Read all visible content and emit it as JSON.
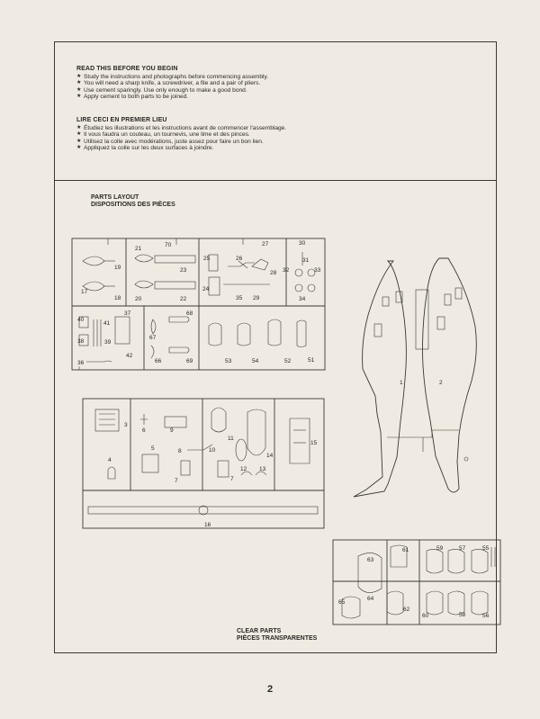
{
  "instructions_en": {
    "title": "READ THIS BEFORE YOU BEGIN",
    "items": [
      "Study the instructions and photographs before commencing assembly.",
      "You will need a sharp knife, a screwdriver, a file and a pair of pliers.",
      "Use cement sparingly. Use only enough to make a good bond.",
      "Apply cement to both parts to be joined."
    ]
  },
  "instructions_fr": {
    "title": "LIRE CECI EN PREMIER LIEU",
    "items": [
      "Étudiez les illustrations et les instructions avant de commencer l'assemblage.",
      "Il vous faudra un couteau, un tournevis, une lime et des pinces.",
      "Utilisez la colle avec modérations, juste assez pour faire un bon lien.",
      "Appliquez la colle sur les deux surfaces à joindre."
    ]
  },
  "parts_layout": {
    "title_en": "PARTS LAYOUT",
    "title_fr": "DISPOSITIONS DES PIÈCES"
  },
  "clear_parts": {
    "title_en": "CLEAR PARTS",
    "title_fr": "PIÈCES TRANSPARENTES"
  },
  "page_number": "2",
  "part_numbers": {
    "sprue_a": [
      "19",
      "17",
      "18",
      "21",
      "70",
      "23",
      "20",
      "22",
      "25",
      "26",
      "27",
      "28",
      "24",
      "35",
      "29",
      "30",
      "31",
      "32",
      "33",
      "34",
      "40",
      "41",
      "37",
      "38",
      "39",
      "42",
      "36",
      "67",
      "68",
      "66",
      "69",
      "53",
      "54",
      "52",
      "51"
    ],
    "sprue_b": [
      "3",
      "6",
      "9",
      "5",
      "4",
      "8",
      "10",
      "11",
      "14",
      "15",
      "7",
      "7",
      "12",
      "13",
      "16"
    ],
    "body": [
      "1",
      "2"
    ],
    "clear": [
      "61",
      "63",
      "59",
      "57",
      "55",
      "65",
      "64",
      "62",
      "60",
      "58",
      "56"
    ]
  }
}
